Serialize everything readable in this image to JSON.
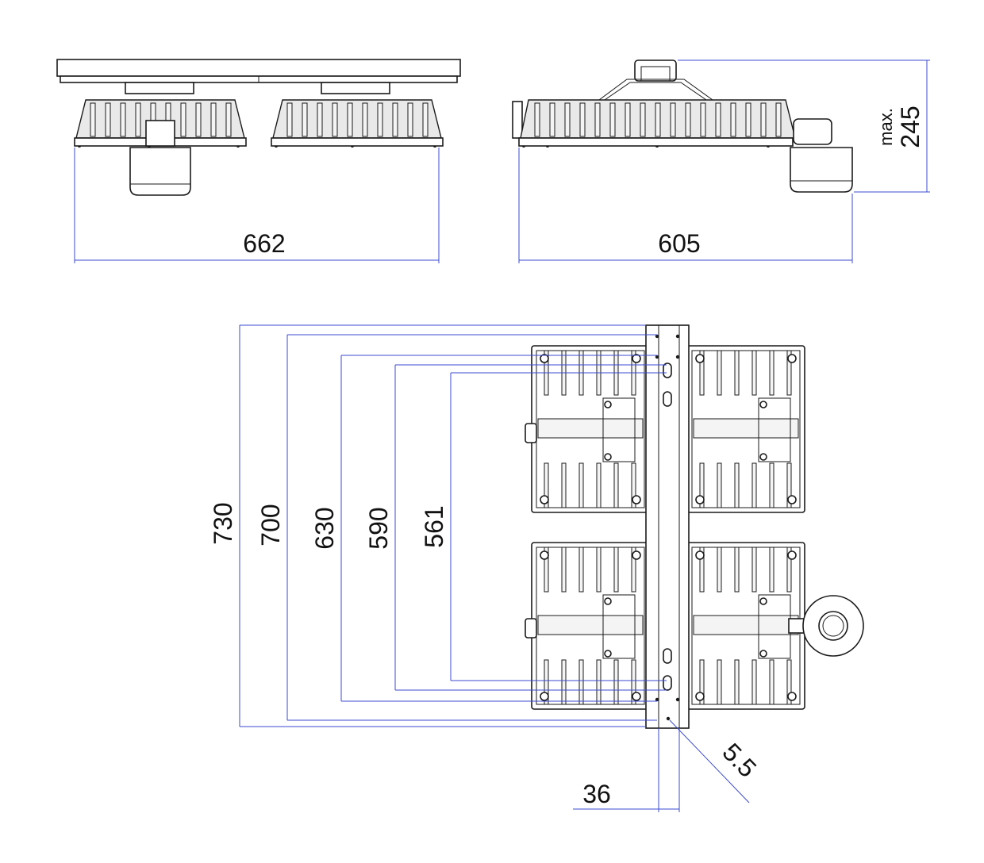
{
  "dimensions": {
    "front_width": "662",
    "side_width": "605",
    "height_prefix": "max.",
    "height_value": "245",
    "len_730": "730",
    "len_700": "700",
    "len_630": "630",
    "len_590": "590",
    "len_561": "561",
    "rail_width": "36",
    "hole_diameter": "5.5"
  },
  "colors": {
    "dimension_line": "#3b4bd1",
    "outline": "#1a1a1a"
  }
}
